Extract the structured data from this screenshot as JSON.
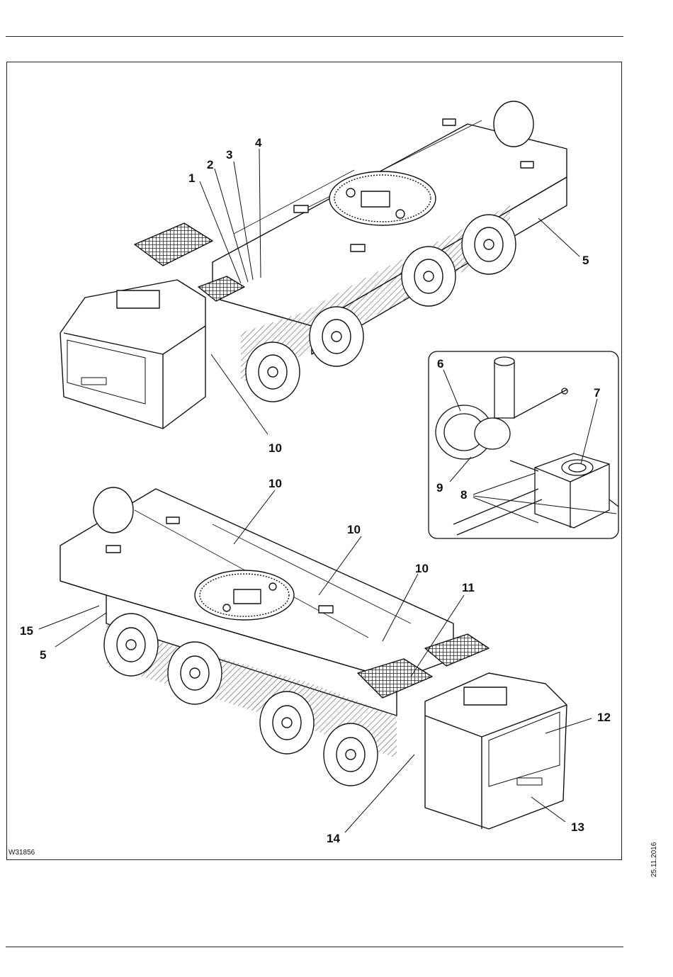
{
  "figure": {
    "id": "W31856",
    "date": "25.11.2016",
    "callouts": {
      "c1": "1",
      "c2": "2",
      "c3": "3",
      "c4": "4",
      "c5a": "5",
      "c10a": "10",
      "c6": "6",
      "c7": "7",
      "c8": "8",
      "c9": "9",
      "c10b": "10",
      "c10c": "10",
      "c10d": "10",
      "c11": "11",
      "c12": "12",
      "c13": "13",
      "c14": "14",
      "c15": "15",
      "c5b": "5"
    },
    "views": [
      "top-view-crane-carrier",
      "detail-inset-drive-gearbox",
      "bottom-view-crane-carrier"
    ]
  },
  "colors": {
    "line": "#111111",
    "hatch": "#555555",
    "background": "#ffffff"
  }
}
